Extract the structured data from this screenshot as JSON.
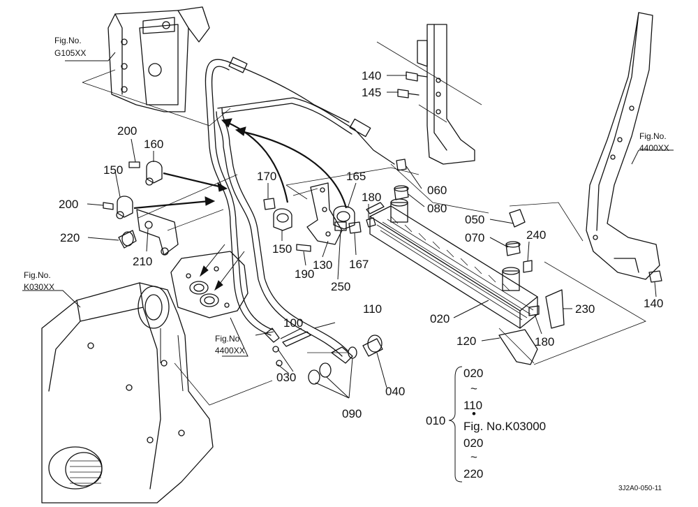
{
  "figure_refs": {
    "g105xx_line1": "Fig.No.",
    "g105xx_line2": "G105XX",
    "r4400xx_line1": "Fig.No.",
    "r4400xx_line2": "4400XX",
    "k030xx_line1": "Fig.No.",
    "k030xx_line2": "K030XX",
    "c4400xx_line1": "Fig.No.",
    "c4400xx_line2": "4400XX"
  },
  "callouts": {
    "p140a": "140",
    "p145": "145",
    "p200a": "200",
    "p160": "160",
    "p150a": "150",
    "p200b": "200",
    "p220": "220",
    "p210": "210",
    "p170": "170",
    "p165": "165",
    "p180a": "180",
    "p060": "060",
    "p080": "080",
    "p050": "050",
    "p070": "070",
    "p240": "240",
    "p150b": "150",
    "p130": "130",
    "p167": "167",
    "p190": "190",
    "p250": "250",
    "p020": "020",
    "p230": "230",
    "p140b": "140",
    "p180b": "180",
    "p120": "120",
    "p110": "110",
    "p100": "100",
    "p030": "030",
    "p090": "090",
    "p040": "040"
  },
  "assembly": {
    "parent": "010",
    "r1": "020",
    "tilde1": "~",
    "r2": "110",
    "dot": "•",
    "r3": "Fig. No.K03000",
    "r4": "020",
    "tilde2": "~",
    "r5": "220"
  },
  "diagram_code": "3J2A0-050-11"
}
